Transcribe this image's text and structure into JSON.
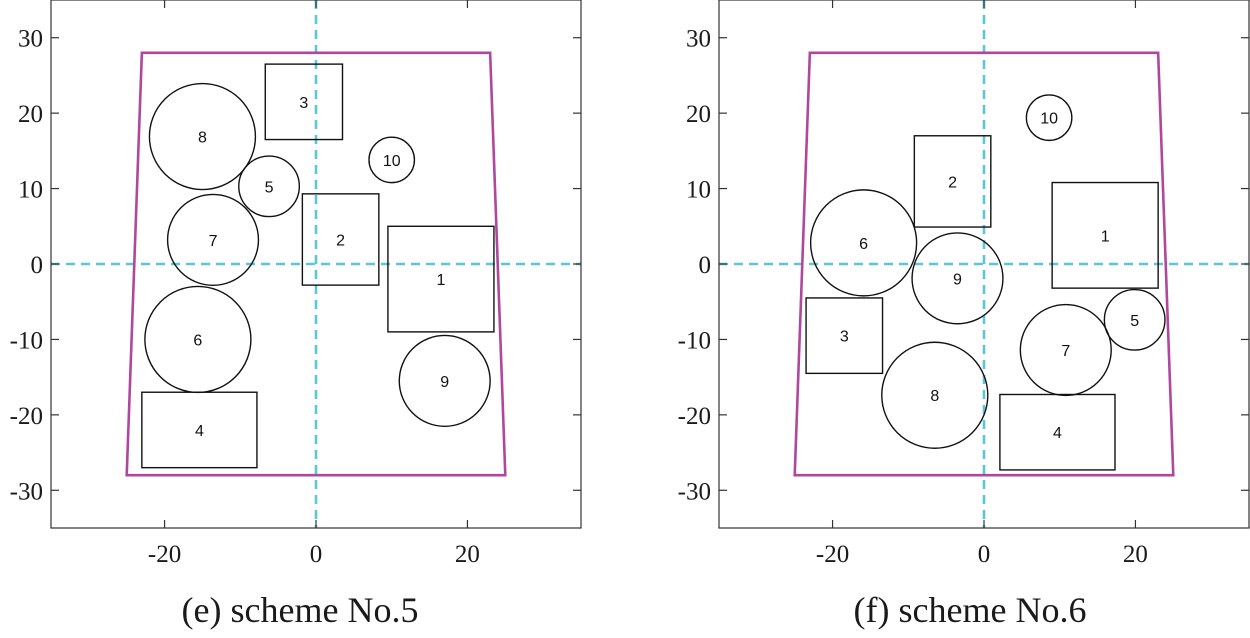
{
  "colors": {
    "boundary": "#b0479e",
    "axis_dash": "#5bc6d8",
    "objects": "#111111",
    "frame": "#333333"
  },
  "chart_data": [
    {
      "type": "scatter",
      "caption": "(e) scheme No.5",
      "xlim": [
        -35,
        35
      ],
      "ylim": [
        -35,
        35
      ],
      "xticks": [
        -20,
        0,
        20
      ],
      "yticks": [
        30,
        20,
        10,
        0,
        -10,
        -20,
        -30
      ],
      "xtick_labels": [
        "-20",
        "0",
        "20"
      ],
      "ytick_labels": [
        "30",
        "20",
        "10",
        "0",
        "-10",
        "-20",
        "-30"
      ],
      "boundary": [
        [
          -23,
          28
        ],
        [
          23,
          28
        ],
        [
          25,
          -28
        ],
        [
          -25,
          -28
        ]
      ],
      "objects": [
        {
          "id": "1",
          "label": "1",
          "shape": "rect",
          "xmin": 9.5,
          "xmax": 23.5,
          "ymin": -9,
          "ymax": 5
        },
        {
          "id": "2",
          "label": "2",
          "shape": "rect",
          "xmin": -1.8,
          "xmax": 8.3,
          "ymin": -2.8,
          "ymax": 9.3
        },
        {
          "id": "3",
          "label": "3",
          "shape": "rect",
          "xmin": -6.7,
          "xmax": 3.5,
          "ymin": 16.5,
          "ymax": 26.5
        },
        {
          "id": "4",
          "label": "4",
          "shape": "rect",
          "xmin": -23,
          "xmax": -7.8,
          "ymin": -27,
          "ymax": -17
        },
        {
          "id": "5",
          "label": "5",
          "shape": "circle",
          "cx": -6.2,
          "cy": 10.3,
          "r": 4
        },
        {
          "id": "6",
          "label": "6",
          "shape": "circle",
          "cx": -15.6,
          "cy": -10,
          "r": 7
        },
        {
          "id": "7",
          "label": "7",
          "shape": "circle",
          "cx": -13.6,
          "cy": 3.2,
          "r": 6
        },
        {
          "id": "8",
          "label": "8",
          "shape": "circle",
          "cx": -15,
          "cy": 16.9,
          "r": 7
        },
        {
          "id": "9",
          "label": "9",
          "shape": "circle",
          "cx": 17,
          "cy": -15.5,
          "r": 6
        },
        {
          "id": "10",
          "label": "10",
          "shape": "circle",
          "cx": 10,
          "cy": 13.8,
          "r": 3
        }
      ]
    },
    {
      "type": "scatter",
      "caption": "(f) scheme No.6",
      "xlim": [
        -35,
        35
      ],
      "ylim": [
        -35,
        35
      ],
      "xticks": [
        -20,
        0,
        20
      ],
      "yticks": [
        30,
        20,
        10,
        0,
        -10,
        -20,
        -30
      ],
      "xtick_labels": [
        "-20",
        "0",
        "20"
      ],
      "ytick_labels": [
        "30",
        "20",
        "10",
        "0",
        "-10",
        "-20",
        "-30"
      ],
      "boundary": [
        [
          -23,
          28
        ],
        [
          23,
          28
        ],
        [
          25,
          -28
        ],
        [
          -25,
          -28
        ]
      ],
      "objects": [
        {
          "id": "1",
          "label": "1",
          "shape": "rect",
          "xmin": 9,
          "xmax": 23,
          "ymin": -3.2,
          "ymax": 10.8
        },
        {
          "id": "2",
          "label": "2",
          "shape": "rect",
          "xmin": -9.2,
          "xmax": 0.9,
          "ymin": 4.9,
          "ymax": 17
        },
        {
          "id": "3",
          "label": "3",
          "shape": "rect",
          "xmin": -23.5,
          "xmax": -13.4,
          "ymin": -14.5,
          "ymax": -4.5
        },
        {
          "id": "4",
          "label": "4",
          "shape": "rect",
          "xmin": 2.1,
          "xmax": 17.3,
          "ymin": -27.3,
          "ymax": -17.3
        },
        {
          "id": "5",
          "label": "5",
          "shape": "circle",
          "cx": 19.9,
          "cy": -7.4,
          "r": 4
        },
        {
          "id": "6",
          "label": "6",
          "shape": "circle",
          "cx": -15.9,
          "cy": 2.8,
          "r": 7
        },
        {
          "id": "7",
          "label": "7",
          "shape": "circle",
          "cx": 10.8,
          "cy": -11.4,
          "r": 6
        },
        {
          "id": "8",
          "label": "8",
          "shape": "circle",
          "cx": -6.5,
          "cy": -17.4,
          "r": 7
        },
        {
          "id": "9",
          "label": "9",
          "shape": "circle",
          "cx": -3.5,
          "cy": -1.9,
          "r": 6
        },
        {
          "id": "10",
          "label": "10",
          "shape": "circle",
          "cx": 8.6,
          "cy": 19.4,
          "r": 3
        }
      ]
    }
  ]
}
